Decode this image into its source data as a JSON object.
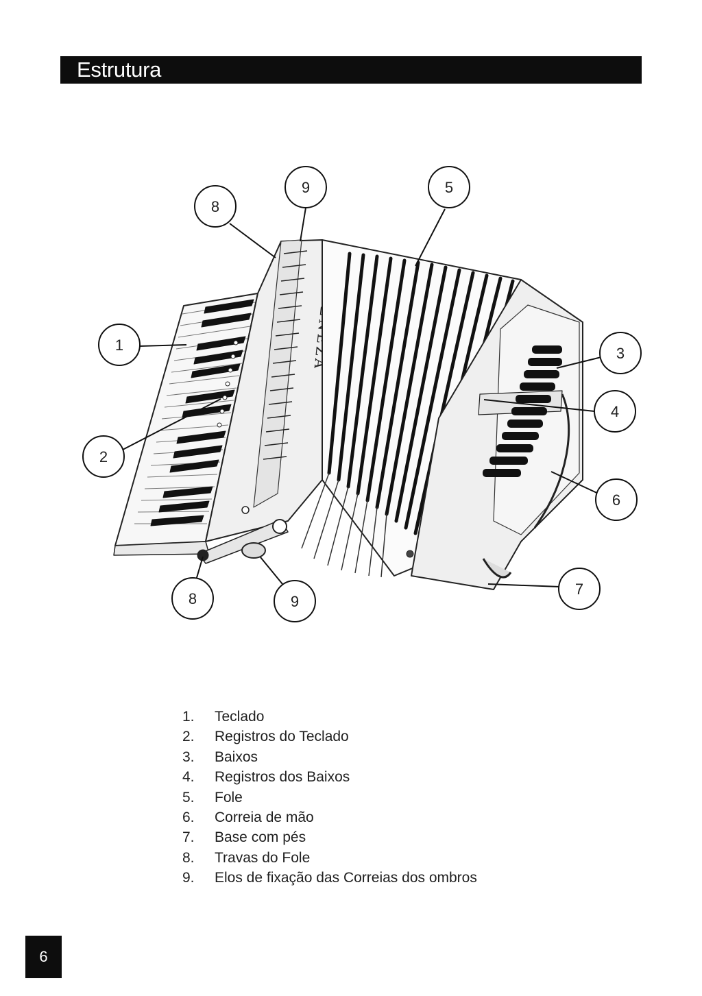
{
  "header": {
    "title": "Estrutura"
  },
  "diagram": {
    "brand_text": "VENEZA",
    "callouts": {
      "c1": "1",
      "c2": "2",
      "c3": "3",
      "c4": "4",
      "c5": "5",
      "c6": "6",
      "c7": "7",
      "c8a": "8",
      "c8b": "8",
      "c9a": "9",
      "c9b": "9"
    }
  },
  "legend": {
    "items": [
      {
        "num": "1.",
        "label": "Teclado"
      },
      {
        "num": "2.",
        "label": "Registros do Teclado"
      },
      {
        "num": "3.",
        "label": "Baixos"
      },
      {
        "num": "4.",
        "label": "Registros dos Baixos"
      },
      {
        "num": "5.",
        "label": "Fole"
      },
      {
        "num": "6.",
        "label": "Correia de mão"
      },
      {
        "num": "7.",
        "label": "Base com pés"
      },
      {
        "num": "8.",
        "label": "Travas do Fole"
      },
      {
        "num": "9.",
        "label": "Elos de fixação das Correias dos ombros"
      }
    ]
  },
  "footer": {
    "page_number": "6"
  }
}
